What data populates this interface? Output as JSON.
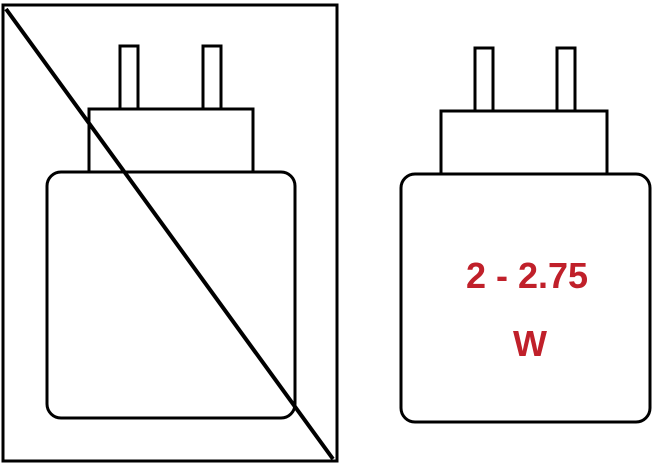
{
  "left_panel": {
    "status": "not-allowed",
    "icon": "charger-crossed-out-icon"
  },
  "right_panel": {
    "icon": "charger-icon",
    "power_range": "2 - 2.75",
    "unit": "W"
  },
  "colors": {
    "line": "#000000",
    "text_accent": "#c0202a",
    "background": "#ffffff"
  }
}
